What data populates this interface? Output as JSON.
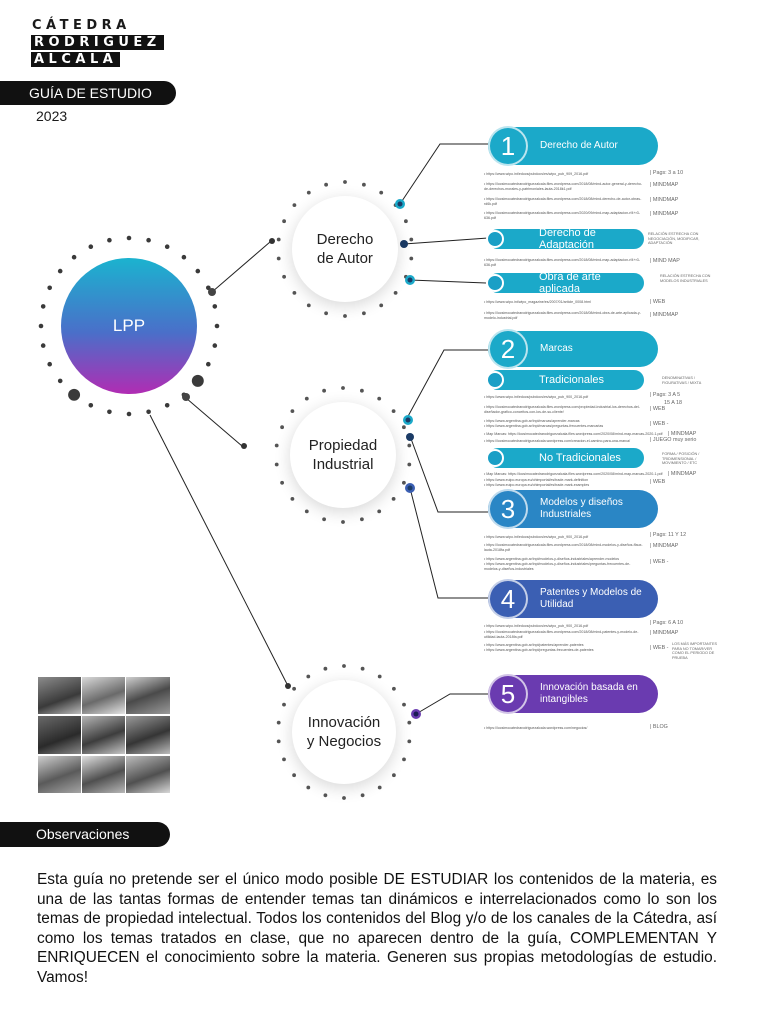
{
  "header": {
    "logo_line1": "CÁTEDRA",
    "logo_line2": "RODRIGUEZ",
    "logo_line3": "ALCALA",
    "guide_label": "GUÍA DE ESTUDIO",
    "year": "2023"
  },
  "map": {
    "root": "LPP",
    "concepts": [
      {
        "line1": "Derecho",
        "line2": "de Autor"
      },
      {
        "line1": "Propiedad",
        "line2": "Industrial"
      },
      {
        "line1": "Innovación",
        "line2": "y Negocios"
      }
    ],
    "topics": [
      {
        "number": "1",
        "label": "Derecho de Autor",
        "color": "#1ba9c9"
      },
      {
        "number": "2",
        "label": "Marcas",
        "color": "#1ba9c9"
      },
      {
        "number": "3",
        "label": "Modelos y diseños Industriales",
        "color": "#2a86c5"
      },
      {
        "number": "4",
        "label": "Patentes y Modelos de Utilidad",
        "color": "#3b5fb3"
      },
      {
        "number": "5",
        "label": "Innovación basada en intangibles",
        "color": "#6a3bb0"
      }
    ],
    "subtopics": {
      "adaptacion": "Derecho de Adaptación",
      "obra_aplicada": "Obra de arte aplicada",
      "tradicionales": "Tradicionales",
      "no_tradicionales": "No Tradicionales"
    },
    "links": {
      "t1_a": "https://www.wipo.int/edocs/pubdocs/es/wipo_pub_909_2016.pdf",
      "t1_b": "https://locsimocatedrarodriguezalcala.files.wordpress.com/2018/08/mind-autor-general-y-derecho-de-derechos-morales-y-patrimoniales-lauta-2018k1.pdf",
      "t1_c": "https://locsimocatedrarodriguezalcala.files.wordpress.com/2018/08/mind-derecho-de-autor-obras-rd6k.pdf",
      "t1_d": "https://locsimocatedrarodriguezalcala.files.wordpress.com/2020/09/mind-map-adaptacion-rf4+r3-636.pdf",
      "ad_a": "https://locsimocatedrarodriguezalcala.files.wordpress.com/2018/08/mind-map-adaptacion-rf4+r3-636.pdf",
      "oa_a": "https://www.wipo.int/wipo_magazine/es/2007/01/article_0008.html",
      "oa_b": "https://locsimocatedrarodriguezalcala.files.wordpress.com/2018/08/mind-obra-de-arte-aplicada-y-modelo-industrial.pdf",
      "t2_a": "https://www.wipo.int/edocs/pubdocs/es/wipo_pub_900_2016.pdf",
      "t2_b": "https://locsimocatedrarodriguezalcala.files.wordpress.com/propiedad-industrial-los-derechos-del-diseñador-grafico-conceitos-con-los-de-su-cliente/",
      "t2_c": "https://www.argentina.gob.ar/inpi/marcas/aprender-marcas",
      "t2_d": "https://www.argentina.gob.ar/inpi/marcas/preguntas-frecuentes-marcarias",
      "t2_e": "Map Marcas: https://locsimocatedrarodriguezalcala.files.wordpress.com/2020/08/mind-map-marcas-2020-1.pdf",
      "t2_f": "https://locsimocatedrarodriguezalcala.wordpress.com/creacion-el-camino-para-una-marca/",
      "nt_a": "Map Marcas: https://locsimocatedrarodriguezalcala.files.wordpress.com/2020/08/mind-map-marcas-2020-1.pdf",
      "nt_b": "https://www.euipo.europa.eu/ohimportal/es/trade-mark-definition",
      "nt_c": "https://www.euipo.europa.eu/ohimportal/es/trade-mark-examples",
      "t3_a": "https://www.wipo.int/edocs/pubdocs/es/wipo_pub_900_2016.pdf",
      "t3_b": "https://locsimocatedrarodriguezalcala.files.wordpress.com/2018/08/mind-modelos-y-diseños-ffaux-lauta-2018fa.pdf",
      "t3_c": "https://www.argentina.gob.ar/inpi/modelos-y-diseños-industriales/aprender-modelos",
      "t3_d": "https://www.argentina.gob.ar/inpi/modelos-y-diseños-industriales/preguntas-frecuentes-de-modelos-y-diseños-industriales",
      "t4_a": "https://www.wipo.int/edocs/pubdocs/es/wipo_pub_900_2016.pdf",
      "t4_b": "https://locsimocatedrarodriguezalcala.files.wordpress.com/2018/08/mind-patentes-y-modelo-de-utilidad-lauta-2018fa.pdf",
      "t4_c": "https://www.argentina.gob.ar/inpi/patentes/aprender-patentes",
      "t4_d": "https://www.argentina.gob.ar/inpi/preguntas-frecuentes-de-patentes",
      "t5_a": "https://locsimocatedrarodriguezalcala.wordpress.com/negocios/"
    },
    "tags": {
      "pags_3_10": "| Pags: 3 a 10",
      "mindmap": "| MINDMAP",
      "mind_map": "| MIND MAP",
      "web": "| WEB",
      "web_dash": "| WEB -",
      "pags_3_5": "| Pags: 3 A 5",
      "pags_15_18": "15 A 18",
      "juego": "| JUEGO muy serio",
      "pags_11_12": "| Pags: 11 Y 12",
      "pags_6_10": "| Pags: 6 A 10",
      "blog": "| BLOG"
    },
    "notes": {
      "adaptacion": "RELACIÓN ESTRECHA CON NEGOCIACIÓN, MODIFICAR, ADAPTACIÓN",
      "obra_aplicada": "RELACIÓN ESTRECHA CON MODELOS INDUSTRIALES",
      "tradicionales": "DENOMINATIVAS / FIGURATIVAS / MIXTA",
      "no_tradicionales": "FORMA / POSICIÓN / TRIDIMENSIONAL / MOVIMIENTO / ETC",
      "patentes": "LOS MÁS IMPORTANTES PARA NO TOMAR/VER COMO EL PERIODO DE PRUEBA"
    }
  },
  "observaciones": {
    "title": "Observaciones",
    "body": "Esta guía no pretende ser el único modo posible DE ESTUDIAR los contenidos de la materia, es una de las tantas formas de entender temas tan dinámicos e interrelacionados como lo son los temas de propiedad intelectual.  Todos los contenidos del Blog y/o de los canales de la Cátedra, así como los temas tratados en clase, que no aparecen dentro de la guía, COMPLEMENTAN Y ENRIQUECEN el conocimiento sobre la materia.  Generen sus propias metodologías de estudio.  Vamos!"
  }
}
